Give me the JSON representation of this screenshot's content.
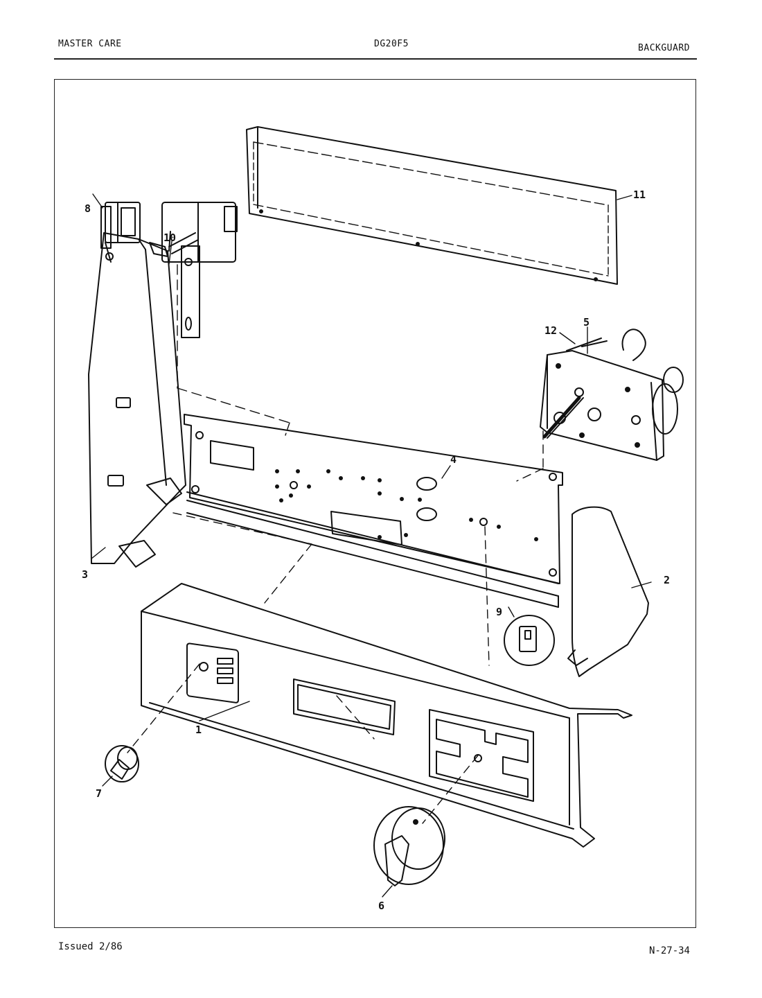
{
  "header": {
    "left": "MASTER CARE",
    "center": "DG20F5",
    "right": "BACKGUARD"
  },
  "footer": {
    "left": "Issued 2/86",
    "right": "N-27-34"
  },
  "callouts": {
    "c1": "1",
    "c2": "2",
    "c3": "3",
    "c4": "4",
    "c5": "5",
    "c6": "6",
    "c7": "7",
    "c8": "8",
    "c9": "9",
    "c10": "10",
    "c11": "11",
    "c12": "12"
  }
}
